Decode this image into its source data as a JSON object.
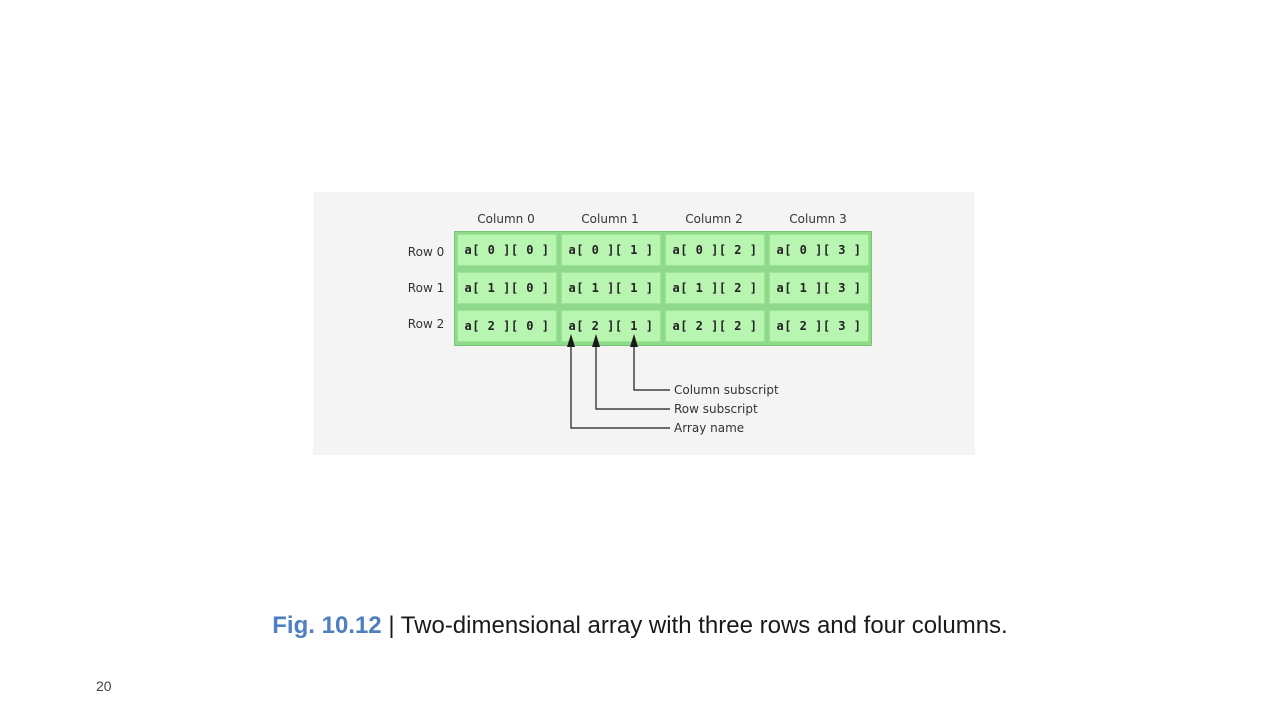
{
  "figure": {
    "column_headers": [
      "Column 0",
      "Column 1",
      "Column 2",
      "Column 3"
    ],
    "row_headers": [
      "Row 0",
      "Row 1",
      "Row 2"
    ],
    "cells": [
      [
        "a[ 0 ][ 0 ]",
        "a[ 0 ][ 1 ]",
        "a[ 0 ][ 2 ]",
        "a[ 0 ][ 3 ]"
      ],
      [
        "a[ 1 ][ 0 ]",
        "a[ 1 ][ 1 ]",
        "a[ 1 ][ 2 ]",
        "a[ 1 ][ 3 ]"
      ],
      [
        "a[ 2 ][ 0 ]",
        "a[ 2 ][ 1 ]",
        "a[ 2 ][ 2 ]",
        "a[ 2 ][ 3 ]"
      ]
    ],
    "callouts": [
      "Column subscript",
      "Row subscript",
      "Array name"
    ],
    "colors": {
      "grid_fill": "#b8f5b0",
      "grid_border": "#8fd98a",
      "panel_bg": "#f4f4f4"
    }
  },
  "caption": {
    "fig_number": "Fig. 10.12",
    "separator": " | ",
    "text": "Two-dimensional array with three rows and four columns."
  },
  "slide_number": "20"
}
